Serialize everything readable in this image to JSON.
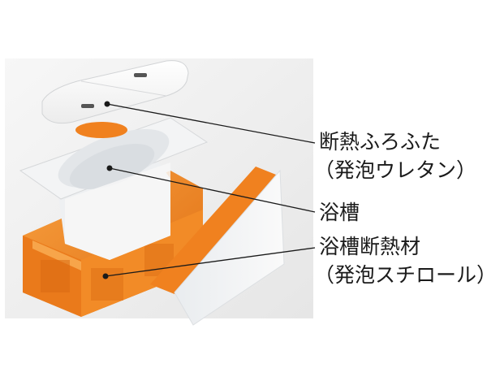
{
  "labels": {
    "lid": "断熱ふろふた",
    "lid_material": "（発泡ウレタン）",
    "tub": "浴槽",
    "insulation": "浴槽断熱材",
    "insulation_material": "（発泡スチロール）"
  },
  "colors": {
    "background": "#ffffff",
    "photo_backdrop": "#ececec",
    "insulation_orange": "#f0811f",
    "tub_white": "#f6f6f6",
    "leader_line": "#1a1a1a"
  }
}
